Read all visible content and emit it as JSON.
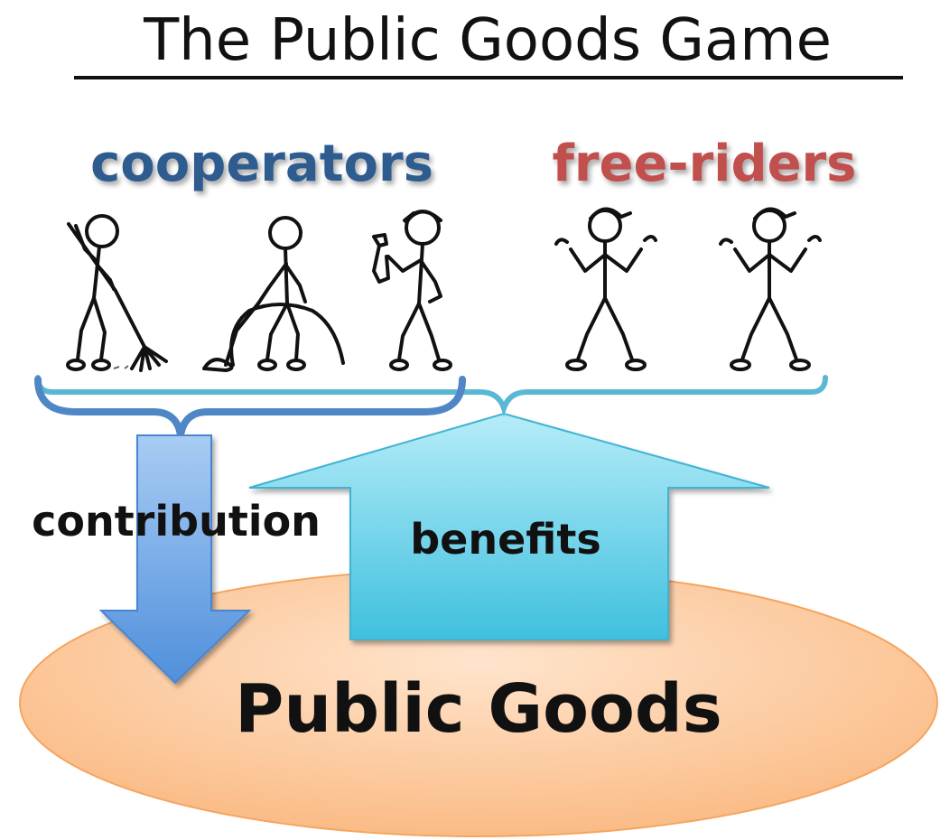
{
  "title": "The Public Goods Game",
  "groups": {
    "cooperators": "cooperators",
    "free_riders": "free-riders"
  },
  "flows": {
    "contribution": "contribution",
    "benefits": "benefits"
  },
  "pool": "Public Goods",
  "colors": {
    "cooperators": "#2E5C8F",
    "free_riders": "#C0504D",
    "brace": "#5BB8D4",
    "contribution_arrow": "#6FA8E8",
    "benefits_arrow": "#5FCBE3",
    "pool_fill": "#FBC89A",
    "pool_stroke": "#F5A55F"
  }
}
